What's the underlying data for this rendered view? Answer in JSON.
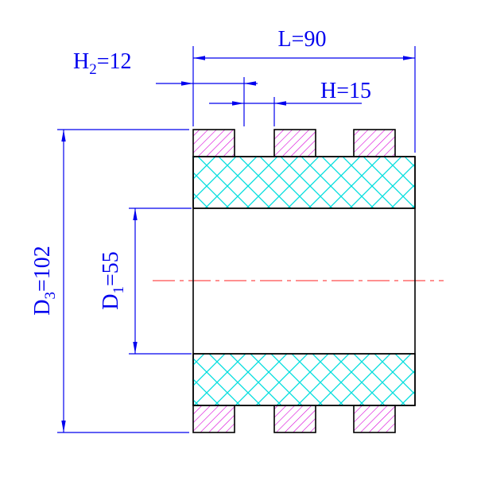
{
  "drawing": {
    "kind": "engineering-cross-section",
    "dimensions": {
      "length": {
        "label": "L",
        "value": "=90"
      },
      "tooth_offset": {
        "label": "H",
        "sub": "2",
        "value": "=12"
      },
      "tooth_pitch": {
        "label": "H",
        "value": "=15"
      },
      "outer_diameter": {
        "label": "D",
        "sub": "3",
        "value": "=102"
      },
      "inner_diameter": {
        "label": "D",
        "sub": "1",
        "value": "=55"
      }
    }
  },
  "colors": {
    "dimension": "#0000ee",
    "centerline": "#ff4d4d",
    "outline": "#000000",
    "cross_hatch": "#00dede",
    "tooth_hatch": "#d800d8"
  }
}
